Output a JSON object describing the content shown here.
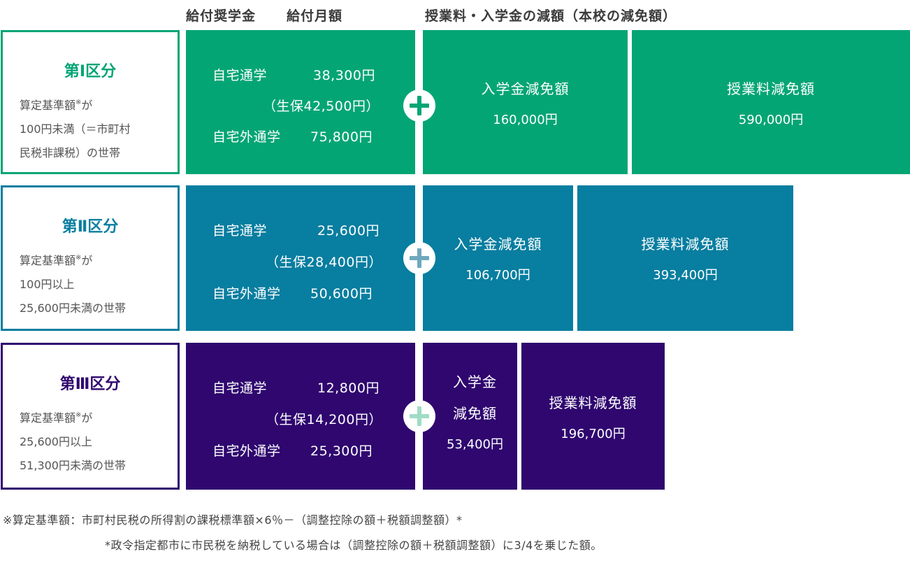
{
  "headers": {
    "scholarship": "給付奨学金",
    "monthly": "給付月額",
    "reduction": "授業料・入学金の減額（本校の減免額）"
  },
  "tiers": [
    {
      "title": "第Ⅰ区分",
      "desc": [
        "算定基準額",
        "※",
        "が",
        "100円未満（＝市町村",
        "民税非課税）の世帯"
      ],
      "home_label": "自宅通学",
      "home_amount": "38,300円",
      "seiho": "（生保42,500円）",
      "away_label": "自宅外通学",
      "away_amount": "75,800円",
      "entrance_label": "入学金減免額",
      "entrance_amount": "160,000円",
      "tuition_label": "授業料減免額",
      "tuition_amount": "590,000円"
    },
    {
      "title": "第Ⅱ区分",
      "desc": [
        "算定基準額",
        "※",
        "が",
        "100円以上",
        "25,600円未満の世帯"
      ],
      "home_label": "自宅通学",
      "home_amount": "25,600円",
      "seiho": "（生保28,400円）",
      "away_label": "自宅外通学",
      "away_amount": "50,600円",
      "entrance_label": "入学金減免額",
      "entrance_amount": "106,700円",
      "tuition_label": "授業料減免額",
      "tuition_amount": "393,400円"
    },
    {
      "title": "第Ⅲ区分",
      "desc": [
        "算定基準額",
        "※",
        "が",
        "25,600円以上",
        "51,300円未満の世帯"
      ],
      "home_label": "自宅通学",
      "home_amount": "12,800円",
      "seiho": "（生保14,200円）",
      "away_label": "自宅外通学",
      "away_amount": "25,300円",
      "entrance_label_1": "入学金",
      "entrance_label_2": "減免額",
      "entrance_amount": "53,400円",
      "tuition_label": "授業料減免額",
      "tuition_amount": "196,700円"
    }
  ],
  "colors": {
    "tier1": "#04a574",
    "tier2": "#087ea0",
    "tier3": "#2f076f",
    "plus1": "#04a574",
    "plus2": "#6fa8bd",
    "plus3": "#9fdcc6"
  },
  "notes": {
    "line1": "※算定基準額：市町村民税の所得割の課税標準額×6％－（調整控除の額＋税額調整額）*",
    "line2": "*政令指定都市に市民税を納税している場合は（調整控除の額＋税額調整額）に3/4を乗じた額。"
  }
}
